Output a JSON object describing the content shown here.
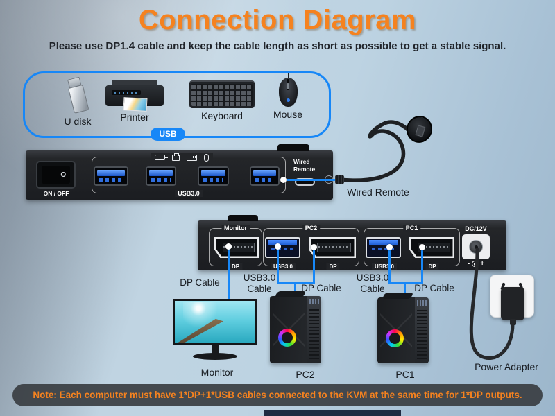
{
  "title": "Connection Diagram",
  "subtitle": "Please use DP1.4 cable and keep the cable length as short as possible to get a stable signal.",
  "peripheral_box": {
    "label": "USB",
    "items": [
      {
        "name": "U disk",
        "icon": "usb-flash-drive-icon"
      },
      {
        "name": "Printer",
        "icon": "printer-icon"
      },
      {
        "name": "Keyboard",
        "icon": "keyboard-icon"
      },
      {
        "name": "Mouse",
        "icon": "mouse-icon"
      }
    ]
  },
  "kvm_front": {
    "power_switch": {
      "on_symbol": "—",
      "off_symbol": "O",
      "label": "ON / OFF"
    },
    "usb_group_label": "USB3.0",
    "remote_label_line1": "Wired",
    "remote_label_line2": "Remote"
  },
  "kvm_back": {
    "monitor_group": {
      "label": "Monitor",
      "dp_label": "DP"
    },
    "pc2_group": {
      "label": "PC2",
      "usb_label": "USB3.0",
      "dp_label": "DP"
    },
    "pc1_group": {
      "label": "PC1",
      "usb_label": "USB3.0",
      "dp_label": "DP"
    },
    "dc_group": {
      "label": "DC/12V",
      "polarity_minus": "-",
      "polarity_plus": "+"
    }
  },
  "cable_labels": {
    "monitor_dp": "DP Cable",
    "pc2_usb": "USB3.0 Cable",
    "pc2_dp": "DP Cable",
    "pc1_usb": "USB3.0 Cable",
    "pc1_dp": "DP Cable"
  },
  "device_labels": {
    "wired_remote": "Wired Remote",
    "monitor": "Monitor",
    "pc2": "PC2",
    "pc1": "PC1",
    "power_adapter": "Power Adapter"
  },
  "note": "Note: Each computer must have 1*DP+1*USB cables connected to the KVM at the same time for 1*DP outputs.",
  "colors": {
    "accent_blue": "#1787f7",
    "accent_orange": "#f5821f",
    "note_background": "#3f4348",
    "device_black": "#1d1f23"
  }
}
